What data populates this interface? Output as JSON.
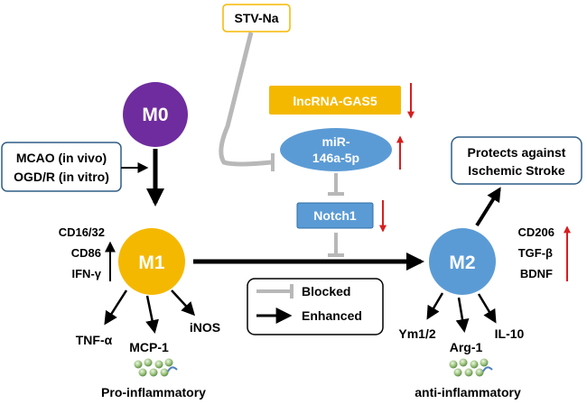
{
  "cells": {
    "m0": "M0",
    "m1": "M1",
    "m2": "M2"
  },
  "stimulus": {
    "line1": "MCAO (in vivo)",
    "line2": "OGD/R (in vitro)"
  },
  "drug": "STV-Na",
  "lncrna": "lncRNA-GAS5",
  "mirna": {
    "line1": "miR-",
    "line2": "146a-5p"
  },
  "notch": "Notch1",
  "outcome": {
    "line1": "Protects against",
    "line2": "Ischemic Stroke"
  },
  "m1_markers": [
    "CD16/32",
    "CD86",
    "IFN-γ"
  ],
  "m2_markers": [
    "CD206",
    "TGF-β",
    "BDNF"
  ],
  "m1_cytokines": [
    "TNF-α",
    "MCP-1",
    "iNOS"
  ],
  "m2_cytokines": [
    "Ym1/2",
    "Arg-1",
    "IL-10"
  ],
  "labels": {
    "pro": "Pro-inflammatory",
    "anti": "anti-inflammatory"
  },
  "legend": {
    "blocked": "Blocked",
    "enhanced": "Enhanced"
  },
  "colors": {
    "m0": "#6f2c9e",
    "m1": "#f5b800",
    "m2": "#5b9bd5",
    "lncrna": "#f5b800",
    "mirna": "#5b9bd5",
    "notch": "#5b9bd5",
    "down_arrow": "#d81e1e",
    "up_arrow": "#d81e1e",
    "blocked": "#a6a6a6",
    "enhanced": "#000000"
  }
}
